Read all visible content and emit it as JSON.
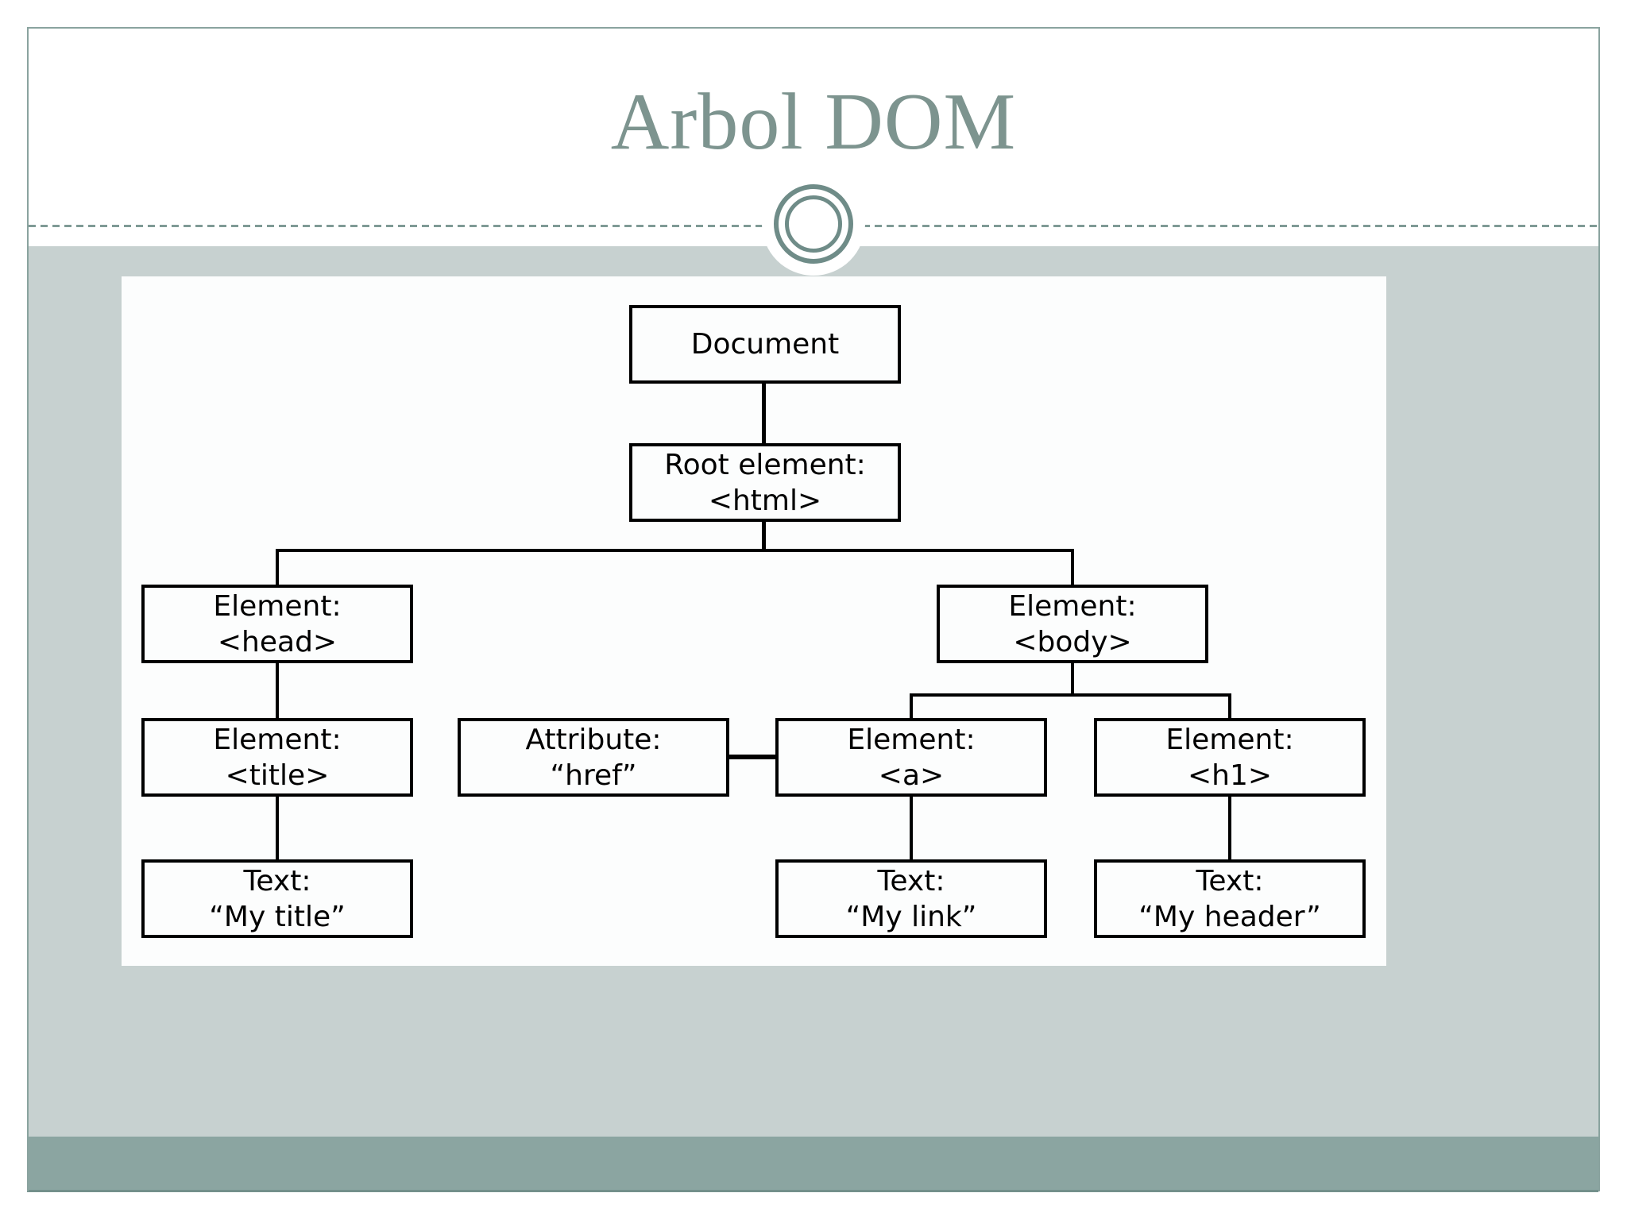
{
  "slide": {
    "title": "Arbol DOM",
    "colors": {
      "accent_teal": "#7d948f",
      "ornament_teal": "#6f8c88",
      "band_light": "#c7d1d0",
      "band_dark": "#8ba5a1",
      "frame_border": "#8aa39f",
      "box_border": "#000000",
      "panel_bg": "#fcfdfd"
    }
  },
  "diagram": {
    "nodes": [
      {
        "id": "document",
        "line1": "Document",
        "line2": ""
      },
      {
        "id": "root",
        "line1": "Root element:",
        "line2": "<html>"
      },
      {
        "id": "head",
        "line1": "Element:",
        "line2": "<head>"
      },
      {
        "id": "body",
        "line1": "Element:",
        "line2": "<body>"
      },
      {
        "id": "title",
        "line1": "Element:",
        "line2": "<title>"
      },
      {
        "id": "href",
        "line1": "Attribute:",
        "line2": "“href”"
      },
      {
        "id": "a",
        "line1": "Element:",
        "line2": "<a>"
      },
      {
        "id": "h1",
        "line1": "Element:",
        "line2": "<h1>"
      },
      {
        "id": "text_title",
        "line1": "Text:",
        "line2": "“My title”"
      },
      {
        "id": "text_link",
        "line1": "Text:",
        "line2": "“My link”"
      },
      {
        "id": "text_header",
        "line1": "Text:",
        "line2": "“My header”"
      }
    ],
    "edges": [
      [
        "document",
        "root"
      ],
      [
        "root",
        "head"
      ],
      [
        "root",
        "body"
      ],
      [
        "head",
        "title"
      ],
      [
        "title",
        "text_title"
      ],
      [
        "body",
        "a"
      ],
      [
        "body",
        "h1"
      ],
      [
        "href",
        "a"
      ],
      [
        "a",
        "text_link"
      ],
      [
        "h1",
        "text_header"
      ]
    ]
  }
}
